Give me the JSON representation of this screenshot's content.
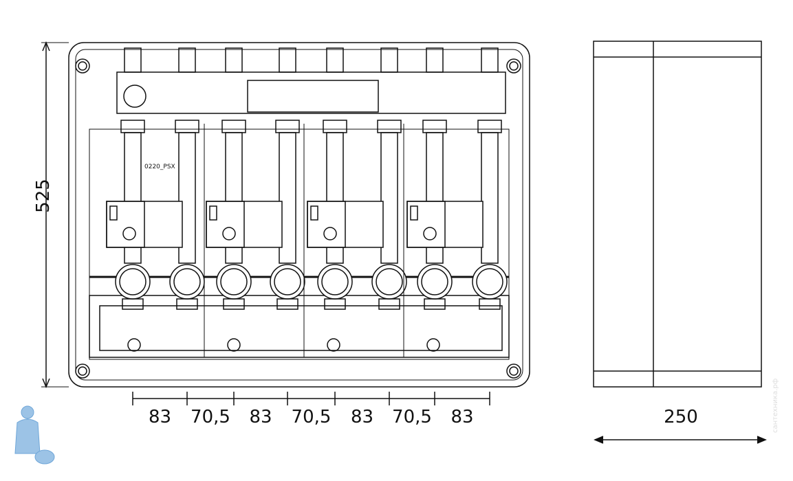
{
  "drawing": {
    "height_label": "525",
    "depth_label": "250",
    "spacing_labels": [
      "83",
      "70,5",
      "83",
      "70,5",
      "83",
      "70,5",
      "83"
    ],
    "part_label": "0220_PSX",
    "watermark": "сантехника.рф",
    "line_color": "#111111",
    "logo_color": "#9cc3e6"
  }
}
